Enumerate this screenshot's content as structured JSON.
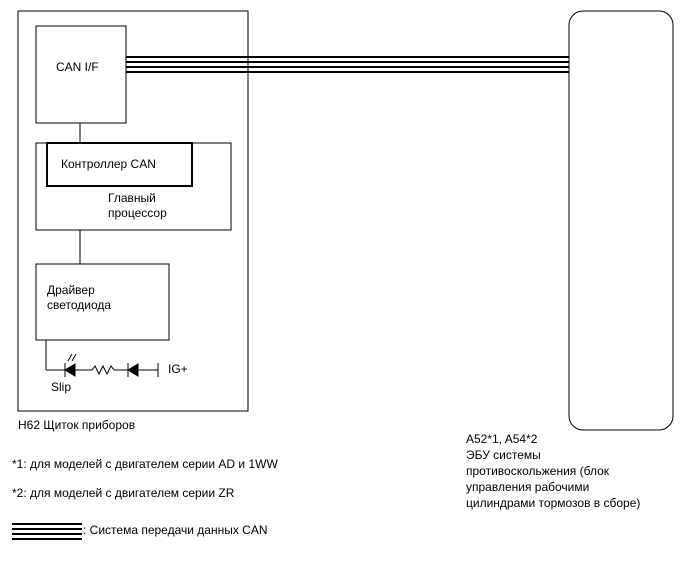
{
  "cluster": {
    "can_if": "CAN I/F",
    "can_controller": "Контроллер CAN",
    "main_cpu_line1": "Главный",
    "main_cpu_line2": "процессор",
    "led_driver_line1": "Драйвер",
    "led_driver_line2": "светодиода",
    "slip_label": "Slip",
    "ig_label": "IG+",
    "connector_label": "H62  Щиток приборов"
  },
  "ecu": {
    "connector_label": "A52*1, A54*2",
    "name_lines": [
      "ЭБУ системы",
      "противоскольжения (блок",
      "управления рабочими",
      "цилиндрами тормозов в сборе)"
    ]
  },
  "notes": {
    "note1": "*1: для моделей с двигателем серии AD и 1WW",
    "note2": "*2: для моделей с двигателем серии ZR"
  },
  "legend": {
    "can_line": ": Система передачи данных CAN"
  }
}
